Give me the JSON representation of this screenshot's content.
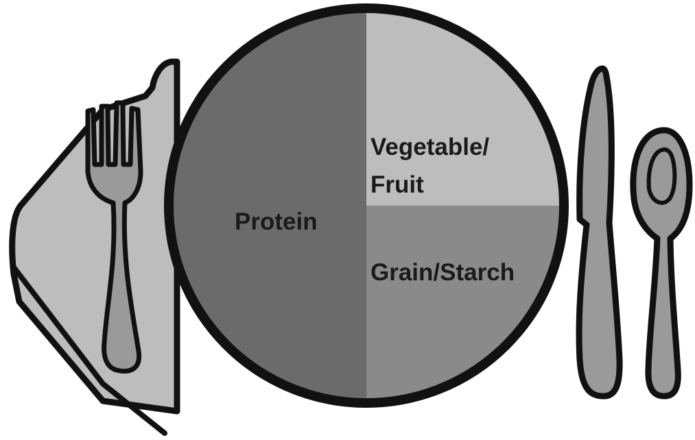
{
  "plate": {
    "sections": [
      {
        "id": "protein",
        "label_lines": [
          "Protein"
        ],
        "share": 0.5,
        "color": "#6b6b6b"
      },
      {
        "id": "vegetable",
        "label_lines": [
          "Vegetable/",
          "Fruit"
        ],
        "share": 0.25,
        "color": "#bdbdbd"
      },
      {
        "id": "grain",
        "label_lines": [
          "Grain/Starch"
        ],
        "share": 0.25,
        "color": "#8a8a8a"
      }
    ],
    "rim_color": "#111111"
  },
  "utensils": {
    "napkin_color": "#bdbdbd",
    "metal_color": "#9a9a9a",
    "outline_color": "#111111",
    "items": [
      "fork-icon",
      "knife-icon",
      "spoon-icon",
      "napkin-icon"
    ]
  }
}
